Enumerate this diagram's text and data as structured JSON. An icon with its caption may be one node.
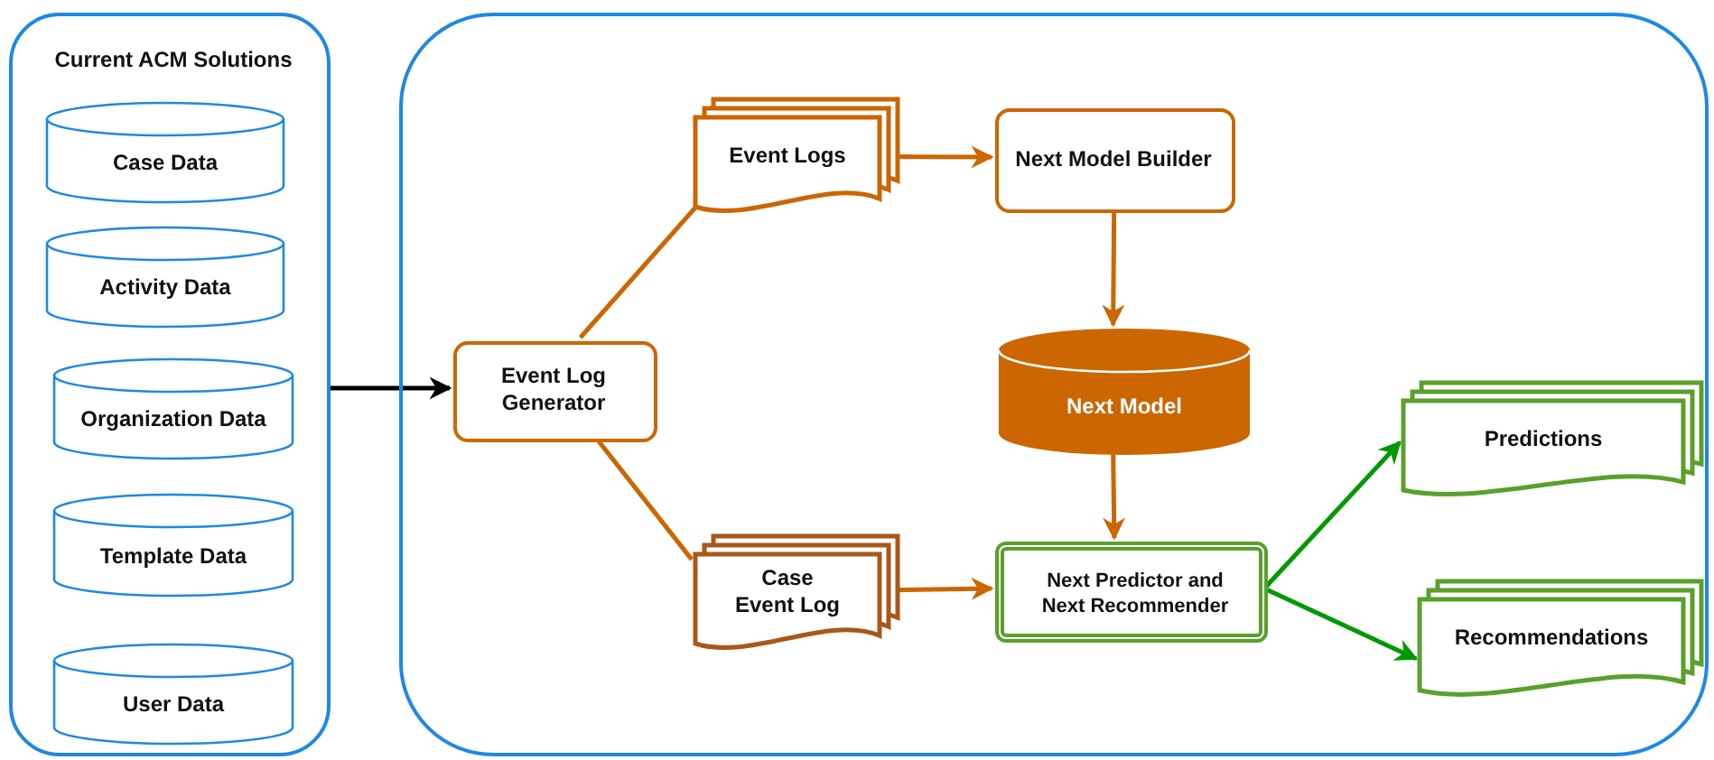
{
  "diagram": {
    "nodes": [
      {
        "text": [
          "Current ACM Solutions"
        ]
      },
      {
        "text": [
          "Case Data"
        ],
        "in": 0
      },
      {
        "text": [
          "Activity Data"
        ],
        "in": 0
      },
      {
        "text": [
          "Organization Data"
        ],
        "in": 0
      },
      {
        "text": [
          "Template Data"
        ],
        "in": 0
      },
      {
        "text": [
          "User Data"
        ],
        "in": 0
      },
      {
        "text": [],
        "shape": "box"
      },
      {
        "text": [
          "Event Log Generator"
        ],
        "in": 6
      },
      {
        "text": [
          "Event Logs"
        ],
        "in": 6
      },
      {
        "text": [
          "Next Model Builder"
        ],
        "in": 6
      },
      {
        "text": [
          "Next Model"
        ],
        "in": 6
      },
      {
        "text": [
          "Case Event Log"
        ],
        "in": 6
      },
      {
        "text": [
          "Next Predictor and Next Recommender"
        ],
        "in": 6
      },
      {
        "text": [
          "Predictions"
        ],
        "in": 6
      },
      {
        "text": [
          "Recommendations"
        ],
        "in": 6
      }
    ],
    "edges": [
      {
        "from": 0,
        "to": 7,
        "arrow": "to",
        "color": "#000000"
      },
      {
        "from": 7,
        "to": 8,
        "arrow": "none"
      },
      {
        "from": 7,
        "to": 11,
        "arrow": "none"
      },
      {
        "from": 8,
        "to": 9,
        "arrow": "to"
      },
      {
        "from": 9,
        "to": 10,
        "arrow": "to"
      },
      {
        "from": 10,
        "to": 12,
        "arrow": "to"
      },
      {
        "from": 11,
        "to": 12,
        "arrow": "to"
      },
      {
        "from": 12,
        "to": 13,
        "arrow": "to",
        "color": "#009900"
      },
      {
        "from": 12,
        "to": 14,
        "arrow": "to",
        "color": "#009900"
      }
    ]
  }
}
